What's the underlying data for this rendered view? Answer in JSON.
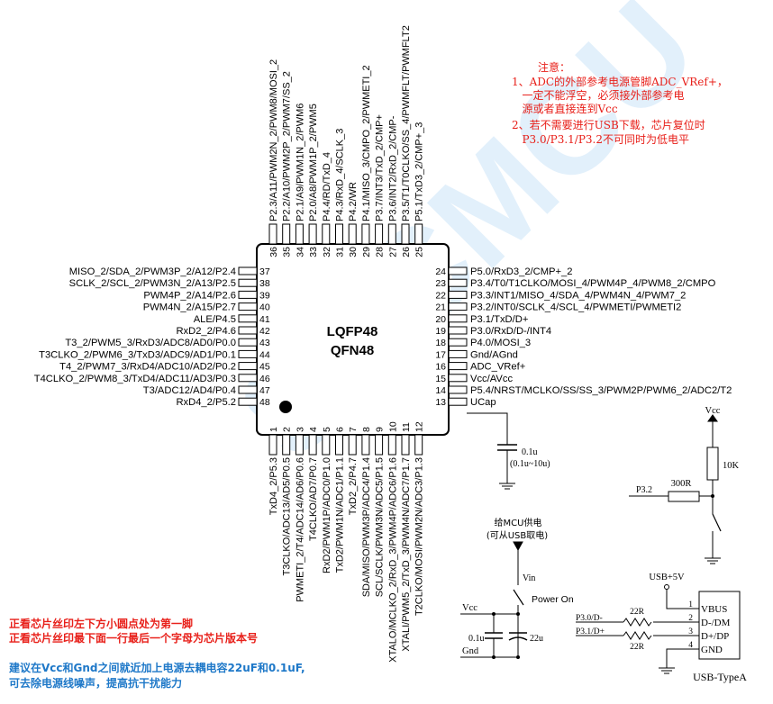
{
  "chip": {
    "package1": "LQFP48",
    "package2": "QFN48"
  },
  "pins": {
    "left": [
      {
        "num": "37",
        "label": "MISO_2/SDA_2/PWM3P_2/A12/P2.4"
      },
      {
        "num": "38",
        "label": "SCLK_2/SCL_2/PWM3N_2/A13/P2.5"
      },
      {
        "num": "39",
        "label": "PWM4P_2/A14/P2.6"
      },
      {
        "num": "40",
        "label": "PWM4N_2/A15/P2.7"
      },
      {
        "num": "41",
        "label": "ALE/P4.5"
      },
      {
        "num": "42",
        "label": "RxD2_2/P4.6"
      },
      {
        "num": "43",
        "label": "T3_2/PWM5_3/RxD3/ADC8/AD0/P0.0"
      },
      {
        "num": "44",
        "label": "T3CLKO_2/PWM6_3/TxD3/ADC9/AD1/P0.1"
      },
      {
        "num": "45",
        "label": "T4_2/PWM7_3/RxD4/ADC10/AD2/P0.2"
      },
      {
        "num": "46",
        "label": "T4CLKO_2/PWM8_3/TxD4/ADC11/AD3/P0.3"
      },
      {
        "num": "47",
        "label": "T3/ADC12/AD4/P0.4"
      },
      {
        "num": "48",
        "label": "RxD4_2/P5.2"
      }
    ],
    "right": [
      {
        "num": "24",
        "label": "P5.0/RxD3_2/CMP+_2"
      },
      {
        "num": "23",
        "label": "P3.4/T0/T1CLKO/MOSI_4/PWM4P_4/PWM8_2/CMPO"
      },
      {
        "num": "22",
        "label": "P3.3/INT1/MISO_4/SDA_4/PWM4N_4/PWM7_2"
      },
      {
        "num": "21",
        "label": "P3.2/INT0/SCLK_4/SCL_4/PWMETI/PWMETI2"
      },
      {
        "num": "20",
        "label": "P3.1/TxD/D+"
      },
      {
        "num": "19",
        "label": "P3.0/RxD/D-/INT4"
      },
      {
        "num": "18",
        "label": "P4.0/MOSI_3"
      },
      {
        "num": "17",
        "label": "Gnd/AGnd"
      },
      {
        "num": "16",
        "label": "ADC_VRef+"
      },
      {
        "num": "15",
        "label": "Vcc/AVcc"
      },
      {
        "num": "14",
        "label": "P5.4/NRST/MCLKO/SS/SS_3/PWM2P/PWM6_2/ADC2/T2"
      },
      {
        "num": "13",
        "label": "UCap"
      }
    ],
    "top": [
      {
        "num": "36",
        "label": "P2.3/A11/PWM2N_2/PWM8/MOSI_2"
      },
      {
        "num": "35",
        "label": "P2.2/A10/PWM2P_2/PWM7/SS_2"
      },
      {
        "num": "34",
        "label": "P2.1/A9/PWM1N_2/PWM6"
      },
      {
        "num": "33",
        "label": "P2.0/A8/PWM1P_2/PWM5"
      },
      {
        "num": "32",
        "label": "P4.4/RD/TxD_4"
      },
      {
        "num": "31",
        "label": "P4.3/RxD_4/SCLK_3"
      },
      {
        "num": "30",
        "label": "P4.2/WR"
      },
      {
        "num": "29",
        "label": "P4.1/MISO_3/CMPO_2/PWMETI_2"
      },
      {
        "num": "28",
        "label": "P3.7/INT3/TxD_2/CMP+"
      },
      {
        "num": "27",
        "label": "P3.6/INT2/RxD_2/CMP-"
      },
      {
        "num": "26",
        "label": "P3.5/T1/T0CLKO/SS_4/PWMFLT/PWMFLT2"
      },
      {
        "num": "25",
        "label": "P5.1/TxD3_2/CMP+_3"
      }
    ],
    "bottom": [
      {
        "num": "1",
        "label": "TxD4_2/P5.3"
      },
      {
        "num": "2",
        "label": "T3CLKO/ADC13/AD5/P0.5"
      },
      {
        "num": "3",
        "label": "PWMETI_2/T4/ADC14/AD6/P0.6"
      },
      {
        "num": "4",
        "label": "T4CLKO/AD7/P0.7"
      },
      {
        "num": "5",
        "label": "RxD2/PWM1P/ADC0/P1.0"
      },
      {
        "num": "6",
        "label": "TxD2/PWM1N/ADC1/P1.1"
      },
      {
        "num": "7",
        "label": "TxD2_2/P4.7"
      },
      {
        "num": "8",
        "label": "SDA/MISO/PWM3P/ADC4/P1.4"
      },
      {
        "num": "9",
        "label": "SCL/SCLK/PWM3N/ADC5/P1.5"
      },
      {
        "num": "10",
        "label": "XTALO/MCLKO_2/RxD_3/PWM4P/ADC6/P1.6"
      },
      {
        "num": "11",
        "label": "XTALI/PWM5_2/TxD_3/PWM4N/ADC7/P1.7"
      },
      {
        "num": "12",
        "label": "T2CLKO/MOSI/PWM2N/ADC3/P1.3"
      }
    ]
  },
  "notes": {
    "title": "注意：",
    "line1": "1、ADC的外部参考电源管脚ADC_VRef+，",
    "line2": "   一定不能浮空，必须接外部参考电",
    "line3": "   源或者直接连到Vcc",
    "line4": "2、若不需要进行USB下载，芯片复位时",
    "line5": "   P3.0/P3.1/P3.2不可同时为低电平"
  },
  "pin1_note": {
    "line1": "正看芯片丝印左下方小圆点处为第一脚",
    "line2": "正看芯片丝印最下面一行最后一个字母为芯片版本号"
  },
  "decoupling_note": {
    "line1": "建议在Vcc和Gnd之间就近加上电源去耦电容22uF和0.1uF,",
    "line2": "可去除电源线噪声，提高抗干扰能力"
  },
  "ucap": {
    "value": "0.1u",
    "range": "(0.1u~10u)"
  },
  "reset_circuit": {
    "vcc": "Vcc",
    "r_pullup": "10K",
    "r_series": "300R",
    "net": "P3.2"
  },
  "power": {
    "title1": "给MCU供电",
    "title2": "(可从USB取电)",
    "vin": "Vin",
    "switch": "Power On",
    "vcc": "Vcc",
    "gnd": "Gnd",
    "c1": "0.1u",
    "c2": "22u"
  },
  "usb": {
    "supply": "USB+5V",
    "net_dm": "P3.0/D-",
    "net_dp": "P3.1/D+",
    "r1": "22R",
    "r2": "22R",
    "pins": [
      {
        "num": "1",
        "label": "VBUS"
      },
      {
        "num": "2",
        "label": "D-/DM"
      },
      {
        "num": "3",
        "label": "D+/DP"
      },
      {
        "num": "4",
        "label": "GND"
      }
    ],
    "name": "USB-TypeA"
  },
  "watermark": "STCMCU",
  "colors": {
    "ink": "#000000",
    "note": "#e8201a",
    "tip": "#1e78c8",
    "watermark": "#96c8f0"
  }
}
